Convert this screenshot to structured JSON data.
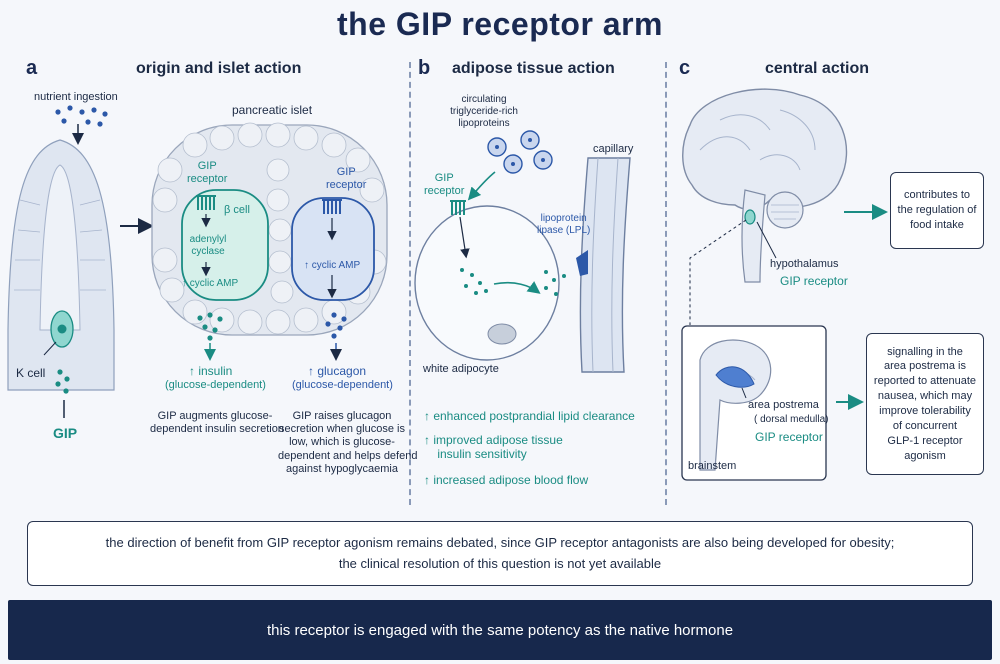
{
  "title": "the GIP receptor arm",
  "panel_a": {
    "letter": "a",
    "title": "origin and islet action",
    "nutrient_label": "nutrient ingestion",
    "k_cell_label": "K cell",
    "gip_label": "GIP",
    "islet_label": "pancreatic islet",
    "beta": {
      "receptor_label": "GIP\nreceptor",
      "cell_label": "β cell",
      "step1": "adenylyl\ncyclase",
      "step2": "↑ cyclic AMP",
      "output": "↑ insulin",
      "output_sub": "(glucose-dependent)",
      "caption": "GIP augments glucose-\ndependent insulin secretion"
    },
    "alpha": {
      "receptor_label": "GIP\nreceptor",
      "step1": "↑ cyclic AMP",
      "output": "↑ glucagon",
      "output_sub": "(glucose-dependent)",
      "caption": "GIP raises glucagon\nsecretion when glucose is\nlow, which is glucose-\ndependent and helps defend\nagainst hypoglycaemia"
    }
  },
  "panel_b": {
    "letter": "b",
    "title": "adipose tissue action",
    "lipoprotein_label": "circulating\ntriglyceride-rich\nlipoproteins",
    "capillary_label": "capillary",
    "receptor_label": "GIP\nreceptor",
    "lpl_label": "lipoprotein\nlipase (LPL)",
    "adipocyte_label": "white adipocyte",
    "effects": [
      "↑ enhanced postprandial lipid clearance",
      "↑ improved adipose tissue\n    insulin sensitivity",
      "↑ increased adipose blood flow"
    ]
  },
  "panel_c": {
    "letter": "c",
    "title": "central action",
    "hypothalamus_label": "hypothalamus",
    "hypo_receptor": "GIP receptor",
    "hypo_effect": "contributes to\nthe regulation of\nfood intake",
    "area_postrema_label": "area postrema",
    "dorsal_label": "( dorsal medulla)",
    "ap_receptor": "GIP receptor",
    "brainstem_label": "brainstem",
    "ap_effect": "signalling in the\narea postrema is\nreported to attenuate\nnausea, which may\nimprove tolerability\nof concurrent\nGLP-1 receptor\nagonism"
  },
  "note": {
    "line1": "the direction of benefit from GIP receptor agonism remains debated, since GIP receptor antagonists are also being developed for obesity;",
    "line2": "the clinical resolution of this question is not yet available"
  },
  "banner": "this receptor is engaged with the same potency as the native hormone",
  "colors": {
    "teal": "#1a8c83",
    "blue": "#2c58a8",
    "navy": "#17284c"
  }
}
